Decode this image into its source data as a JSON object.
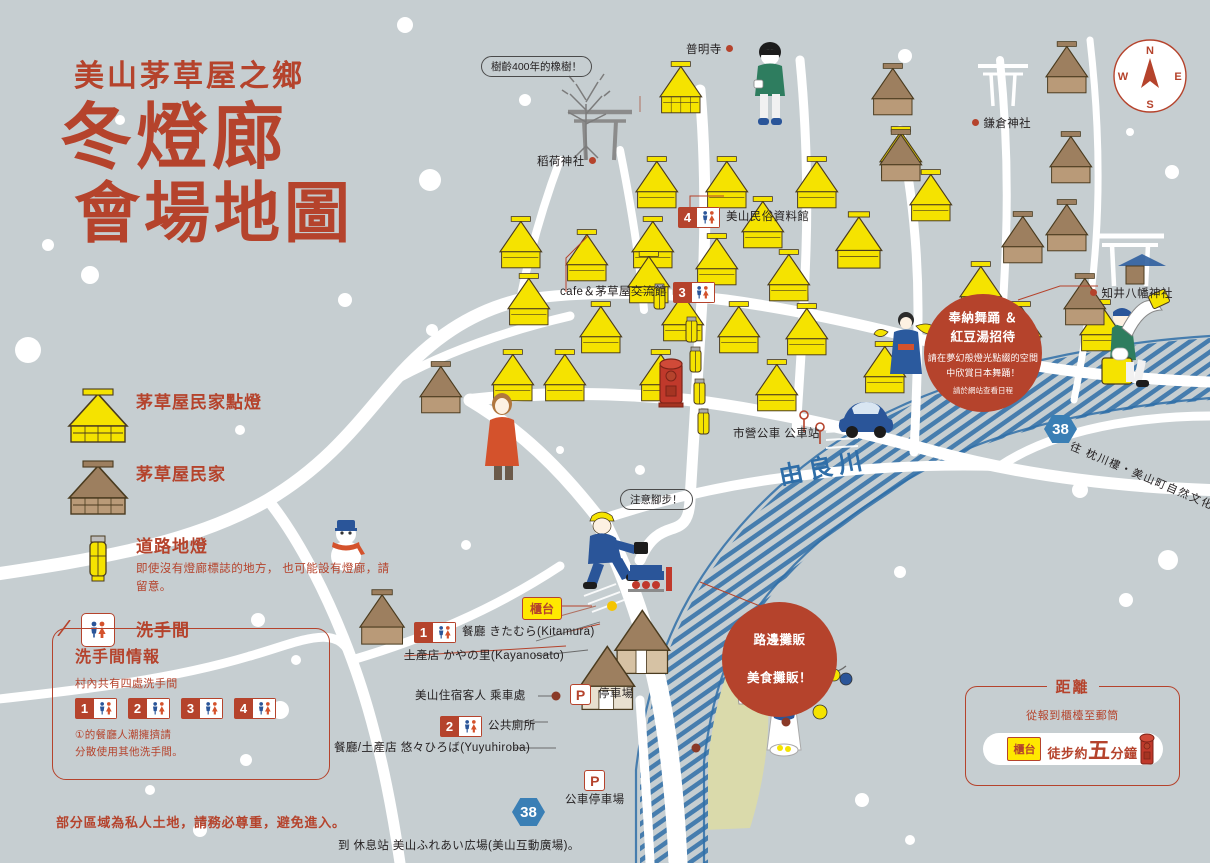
{
  "title": {
    "sub": "美山茅草屋之鄉",
    "line1": "冬燈廊",
    "line2": "會場地圖"
  },
  "compass": {
    "n": "N",
    "e": "E",
    "s": "S",
    "w": "W"
  },
  "legend": {
    "items": [
      {
        "icon": "yellow-thatched-house-icon",
        "label": "茅草屋民家點燈",
        "note": ""
      },
      {
        "icon": "brown-thatched-house-icon",
        "label": "茅草屋民家",
        "note": ""
      },
      {
        "icon": "road-lantern-icon",
        "label": "道路地燈",
        "note": "即使沒有燈廊標誌的地方，\n也可能設有燈廊，請留意。"
      },
      {
        "icon": "restroom-icon",
        "label": "洗手間",
        "note": ""
      }
    ]
  },
  "restroom_info": {
    "title": "洗手間情報",
    "line": "村內共有四處洗手間",
    "numbers": [
      "1",
      "2",
      "3",
      "4"
    ],
    "footnote": "①的餐廳人潮擁擠請\n分散使用其他洗手間。"
  },
  "disclaimer": "部分區域為私人土地，請務必尊重，避免進入。",
  "distance": {
    "title": "距離",
    "subtitle": "從報到櫃檯至郵筒",
    "from_label": "櫃台",
    "walk_prefix": "徒步約",
    "walk_number": "五",
    "walk_suffix": "分鐘"
  },
  "callouts": {
    "tree": "樹齡400年的橡樹！",
    "watch_step": "注意腳步！",
    "reception": "櫃台"
  },
  "red_circles": [
    {
      "name": "dance-offering",
      "head": "奉納舞踊 ＆\n紅豆湯招待",
      "body": "請在夢幻般燈光點綴的空間\n中欣賞日本舞踊！",
      "foot": "請於網站查看日程"
    },
    {
      "name": "street-food",
      "head": "路邊攤販\n\n美食攤販！",
      "body": "",
      "foot": ""
    }
  ],
  "map_labels": {
    "fumyoji": "普明寺",
    "inari_shrine": "稻荷神社",
    "kamakura_shrine": "鎌倉神社",
    "chii_hachiman_shrine": "知井八幡神社",
    "folk_museum": "美山民俗資料館",
    "folk_museum_wc": "4",
    "cafe_exchange": "cafe＆茅草屋交流館",
    "cafe_exchange_wc": "3",
    "city_bus_stop": "市營公車 公車站",
    "river": "由良川",
    "route38_dir": "往 枕川樓・美山町自然文化村",
    "restaurant_kitamura": "餐廳 きたむら(Kitamura)",
    "restaurant_kitamura_wc": "1",
    "souvenir_kayanosato": "土產店 かやの里(Kayanosato)",
    "miyama_guest_pickup": "美山住宿客人 乘車處",
    "public_toilet": "公共廁所",
    "public_toilet_wc": "2",
    "yuyuhiroba": "餐廳/土產店 悠々ひろば(Yuyuhiroba)",
    "parking": "停車場",
    "bus_parking": "公車停車場",
    "parking_symbol": "P",
    "route38_badge": "38",
    "route38_badge_b": "38",
    "rest_stop": "到 休息站 美山ふれあい広場(美山互動廣場)。"
  },
  "colors": {
    "background": "#c6ced1",
    "brand_red": "#b5432c",
    "house_yellow": "#f5e300",
    "house_brown": "#9d7f5f",
    "road_white": "#ffffff",
    "river_blue": "#2f6ea8",
    "shield_blue": "#3a7fb5",
    "parking_field": "#dcdba6"
  }
}
